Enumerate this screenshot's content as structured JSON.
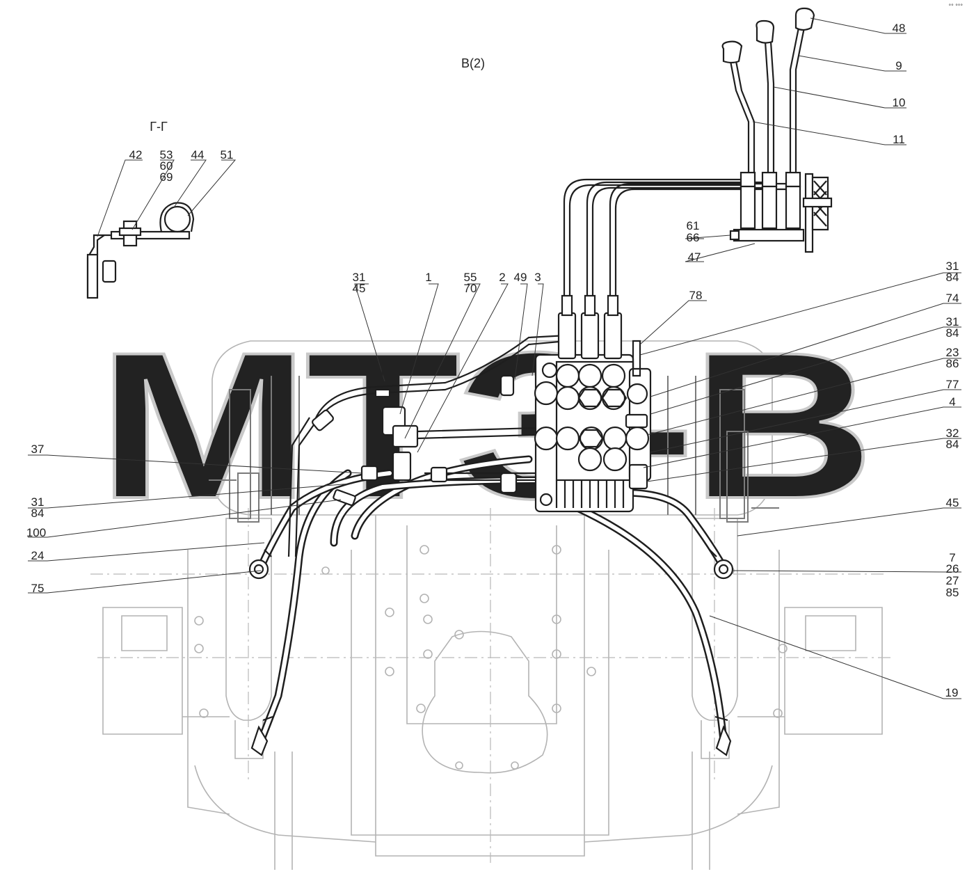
{
  "view_title": "В(2)",
  "section_title": "Г-Г",
  "section_marker": "Г",
  "watermark": "МТЗ-В",
  "corner_mark": "°° °°°",
  "section_callouts": {
    "c42": "42",
    "c53": "53",
    "c60": "60",
    "c69": "69",
    "c44": "44",
    "c51": "51"
  },
  "callouts": {
    "c48": "48",
    "c9": "9",
    "c10": "10",
    "c11": "11",
    "c61": "61",
    "c66": "66",
    "c47": "47",
    "c78": "78",
    "c31a": "31",
    "c45a": "45",
    "c1": "1",
    "c55": "55",
    "c70": "70",
    "c2": "2",
    "c49": "49",
    "c3": "3",
    "c31b": "31",
    "c84b": "84",
    "c74": "74",
    "c31c": "31",
    "c84c": "84",
    "c23": "23",
    "c86": "86",
    "c77": "77",
    "c4": "4",
    "c32": "32",
    "c84d": "84",
    "c37": "37",
    "c31e": "31",
    "c84e": "84",
    "c100": "100",
    "c24": "24",
    "c75": "75",
    "c45b": "45",
    "c7": "7",
    "c26": "26",
    "c27": "27",
    "c85": "85",
    "c19": "19"
  }
}
